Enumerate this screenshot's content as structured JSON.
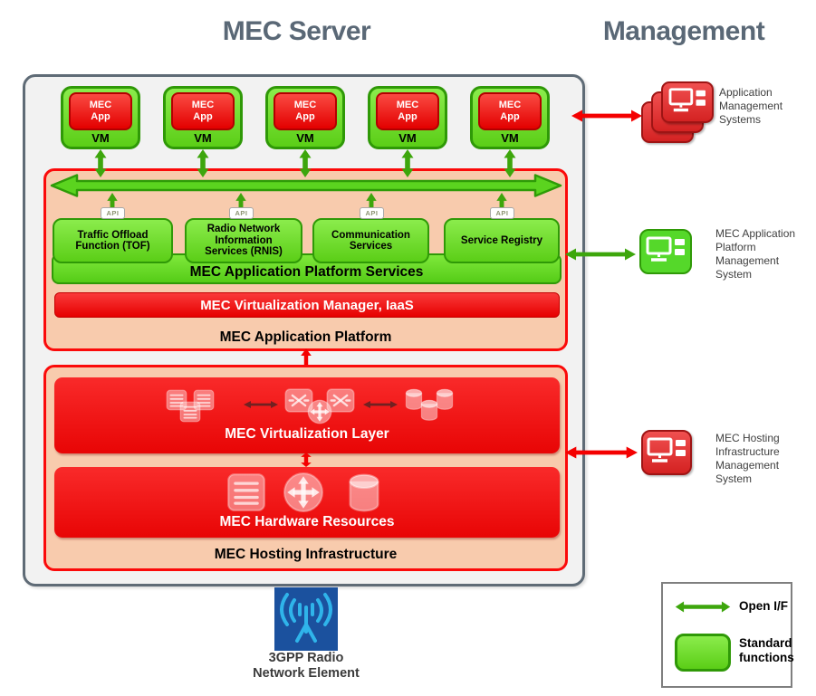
{
  "titles": {
    "left": "MEC Server",
    "right": "Management"
  },
  "vm_row": {
    "items": [
      {
        "app": "MEC\nApp",
        "vm": "VM"
      },
      {
        "app": "MEC\nApp",
        "vm": "VM"
      },
      {
        "app": "MEC\nApp",
        "vm": "VM"
      },
      {
        "app": "MEC\nApp",
        "vm": "VM"
      },
      {
        "app": "MEC\nApp",
        "vm": "VM"
      }
    ]
  },
  "platform": {
    "services": [
      {
        "api": "API",
        "label": "Traffic Offload\nFunction (TOF)"
      },
      {
        "api": "API",
        "label": "Radio Network\nInformation\nServices (RNIS)"
      },
      {
        "api": "API",
        "label": "Communication\nServices"
      },
      {
        "api": "API",
        "label": "Service Registry"
      }
    ],
    "services_title": "MEC Application Platform Services",
    "iaas_label": "MEC Virtualization Manager, IaaS",
    "label": "MEC Application Platform"
  },
  "hosting": {
    "virtualization_label": "MEC Virtualization Layer",
    "hardware_label": "MEC Hardware Resources",
    "label": "MEC Hosting Infrastructure"
  },
  "management": {
    "items": [
      {
        "label": "Application\nManagement\nSystems"
      },
      {
        "label": "MEC Application\nPlatform\nManagement\nSystem"
      },
      {
        "label": "MEC Hosting\nInfrastructure\nManagement\nSystem"
      }
    ]
  },
  "radio": {
    "label": "3GPP Radio\nNetwork Element"
  },
  "legend": {
    "items": [
      {
        "label": "Open I/F"
      },
      {
        "label": "Standard\nfunctions"
      }
    ]
  },
  "colors": {
    "green_fill": "#6FE02B",
    "green_border": "#2F9907",
    "green_arrow": "#3DA60C",
    "red_fill": "#EE0D0D",
    "red_border": "#CC0000",
    "red_arrow": "#F40000",
    "salmon": "#F8CBAD",
    "outer_border": "#5F6B76",
    "outer_fill": "#F2F2F2",
    "title_gray": "#5A6876",
    "label_gray": "#3F3F3F",
    "blue_icon_bg": "#1B519E",
    "antenna_cyan": "#2FB4EA"
  }
}
